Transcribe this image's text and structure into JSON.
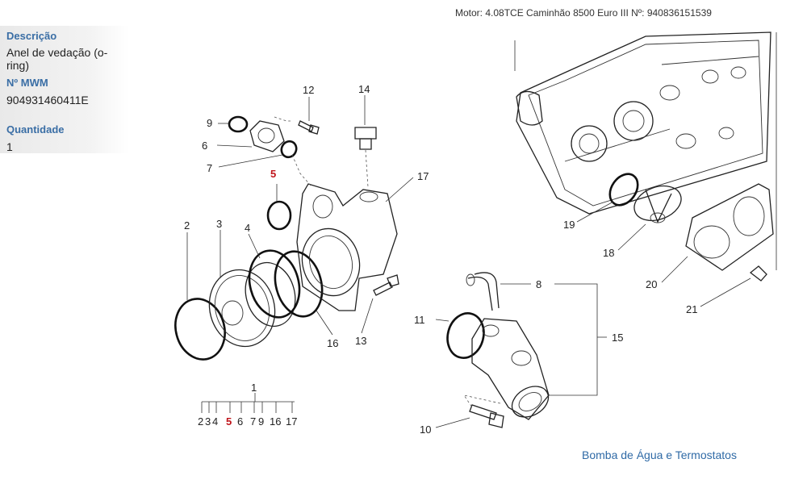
{
  "info": {
    "description_label": "Descrição",
    "description_value": "Anel de vedação (o-ring)",
    "mwm_label": "Nº MWM",
    "mwm_value": "904931460411E",
    "qty_label": "Quantidade",
    "qty_value": "1"
  },
  "header": {
    "engine_line": "Motor: 4.08TCE Caminhão 8500 Euro III   Nº: 940836151539"
  },
  "diagram": {
    "callouts": [
      "1",
      "2",
      "3",
      "4",
      "5",
      "6",
      "7",
      "8",
      "9",
      "10",
      "11",
      "12",
      "13",
      "14",
      "15",
      "16",
      "17",
      "18",
      "19",
      "20",
      "21"
    ],
    "highlighted": "5",
    "group_1_numbers": [
      "2",
      "3",
      "4",
      "5",
      "6",
      "7",
      "9",
      "16",
      "17"
    ]
  },
  "footer": {
    "caption": "Bomba de Água e Termostatos"
  },
  "colors": {
    "label_blue": "#3a6ea5",
    "highlight_red": "#c0141b",
    "caption_blue": "#2f6aa6"
  }
}
